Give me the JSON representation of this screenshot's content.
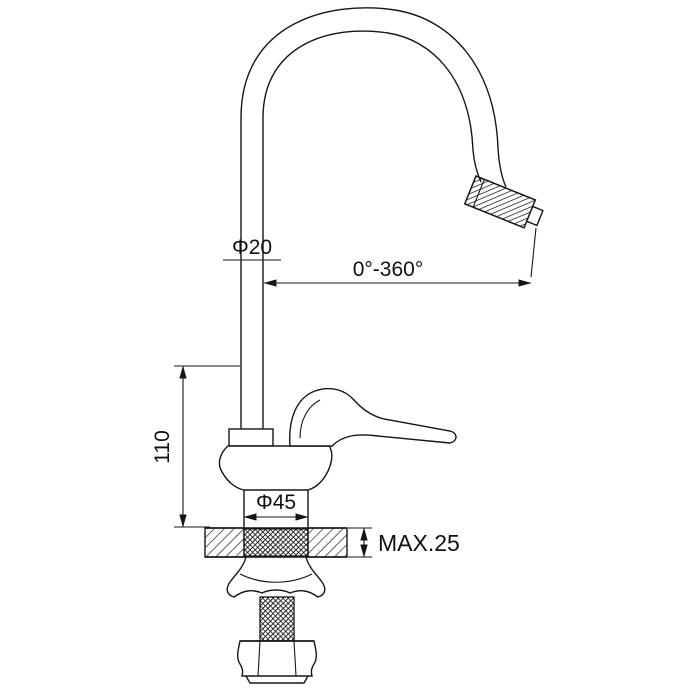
{
  "drawing": {
    "labels": {
      "spout_diameter": "Φ20",
      "swivel_range": "0°-360°",
      "height": "110",
      "base_diameter": "Φ45",
      "max_thickness": "MAX.25"
    }
  }
}
